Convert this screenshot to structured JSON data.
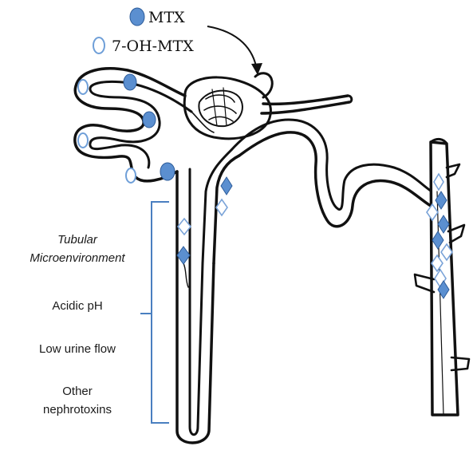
{
  "legend": {
    "mtx_label": "MTX",
    "metabolite_label": "7-OH-MTX"
  },
  "microenvironment": {
    "title_line1": "Tubular",
    "title_line2": "Microenvironment",
    "item1": "Acidic pH",
    "item2": "Low urine flow",
    "item3_line1": "Other",
    "item3_line2": "nephrotoxins"
  },
  "colors": {
    "mtx_fill": "#5b8fd0",
    "outline": "#111111",
    "bracket": "#4a7fc0",
    "diamond_outline": "#7aa3d8"
  },
  "icons": {
    "mtx_marker": "filled-blue-circle",
    "metabolite_marker": "open-blue-circle",
    "crystal_marker": "diamond"
  }
}
